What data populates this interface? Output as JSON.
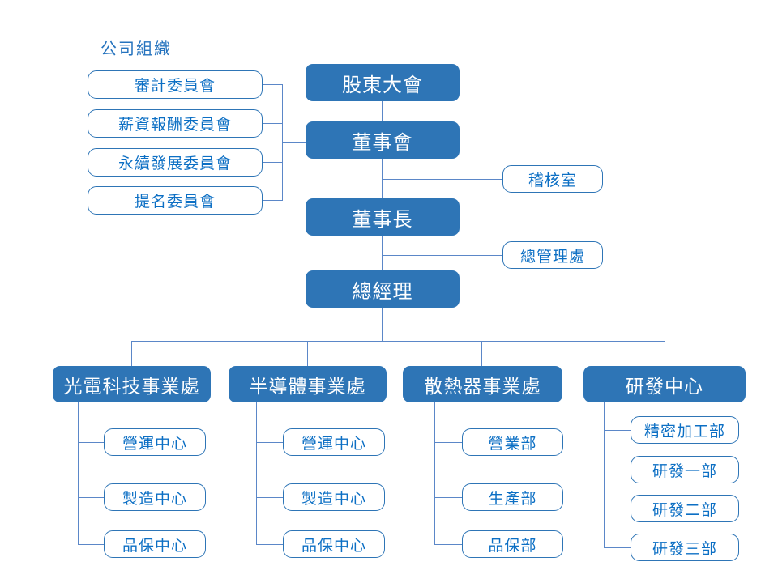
{
  "title": "公司組織",
  "colors": {
    "solid_fill": "#2e75b6",
    "solid_text": "#ffffff",
    "outline_border": "#2e75b6",
    "outline_text": "#0c6fc4",
    "connector": "#5b87c8",
    "title_text": "#2573be"
  },
  "hierarchy": {
    "shareholders_meeting": "股東大會",
    "board_of_directors": "董事會",
    "chairman": "董事長",
    "general_manager": "總經理"
  },
  "committees": [
    "審計委員會",
    "薪資報酬委員會",
    "永續發展委員會",
    "提名委員會"
  ],
  "staff_offices": [
    "稽核室",
    "總管理處"
  ],
  "divisions": [
    {
      "label": "光電科技事業處",
      "units": [
        "營運中心",
        "製造中心",
        "品保中心"
      ]
    },
    {
      "label": "半導體事業處",
      "units": [
        "營運中心",
        "製造中心",
        "品保中心"
      ]
    },
    {
      "label": "散熱器事業處",
      "units": [
        "營業部",
        "生產部",
        "品保部"
      ]
    },
    {
      "label": "研發中心",
      "units": [
        "精密加工部",
        "研發一部",
        "研發二部",
        "研發三部"
      ]
    }
  ]
}
